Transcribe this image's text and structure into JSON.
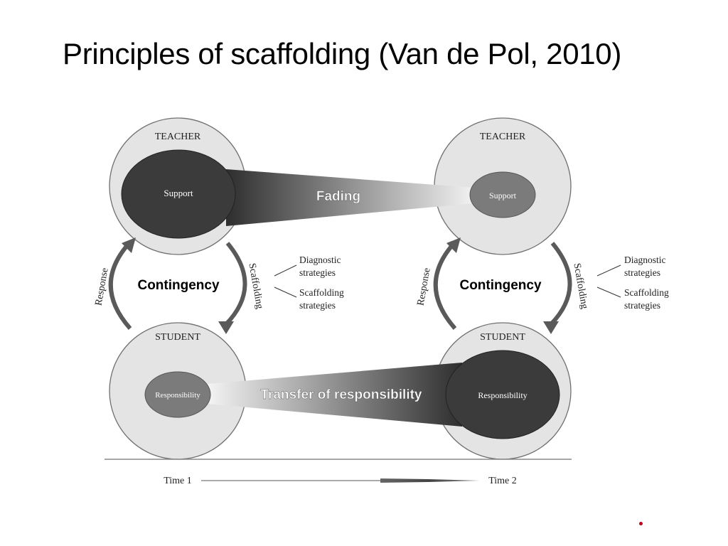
{
  "title": "Principles of scaffolding (Van de Pol, 2010)",
  "diagram": {
    "time1": {
      "teacher_label": "TEACHER",
      "support_label": "Support",
      "student_label": "STUDENT",
      "responsibility_label": "Responsibility",
      "contingency_label": "Contingency",
      "response_label": "Response",
      "scaffolding_label": "Scaffolding",
      "diagnostic_label": [
        "Diagnostic",
        "strategies"
      ],
      "scaffolding_strategies_label": [
        "Scaffolding",
        "strategies"
      ]
    },
    "time2": {
      "teacher_label": "TEACHER",
      "support_label": "Support",
      "student_label": "STUDENT",
      "responsibility_label": "Responsibility",
      "contingency_label": "Contingency",
      "response_label": "Response",
      "scaffolding_label": "Scaffolding",
      "diagnostic_label": [
        "Diagnostic",
        "strategies"
      ],
      "scaffolding_strategies_label": [
        "Scaffolding",
        "strategies"
      ]
    },
    "fading_label": "Fading",
    "transfer_label": "Transfer of responsibility",
    "timeline": {
      "start_label": "Time 1",
      "end_label": "Time 2"
    }
  },
  "colors": {
    "outer_circle": "#e4e4e4",
    "outer_stroke": "#707070",
    "dark_ellipse": "#3b3b3b",
    "mid_ellipse": "#7b7b7b",
    "arrow_gray": "#5a5a5a",
    "wedge_dark": "#2e2e2e",
    "wedge_light": "#f0f0f0"
  }
}
